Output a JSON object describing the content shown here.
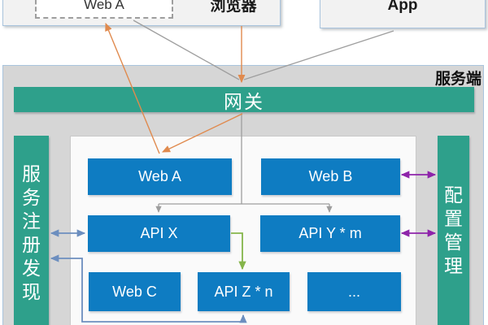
{
  "clients": {
    "browser": {
      "label": "浏览器",
      "page_label": "Web A"
    },
    "app": {
      "label": "App"
    }
  },
  "server": {
    "label": "服务端",
    "gateway_label": "网关",
    "registry_label": "服务注册发现",
    "config_label": "配置管理",
    "services": {
      "web_a": "Web A",
      "web_b": "Web B",
      "api_x": "API X",
      "api_y": "API Y * m",
      "web_c": "Web C",
      "api_z": "API Z * n",
      "more": "..."
    }
  },
  "colors": {
    "teal": "#2EA08B",
    "service_blue": "#0E7CC2",
    "container_gray": "#D6D6D6",
    "orange_arrow": "#E08A4E",
    "gray_arrow": "#9E9E9E",
    "blue_arrow": "#6C8EBF",
    "green_arrow": "#85B54A",
    "purple_arrow": "#8E24AA"
  }
}
